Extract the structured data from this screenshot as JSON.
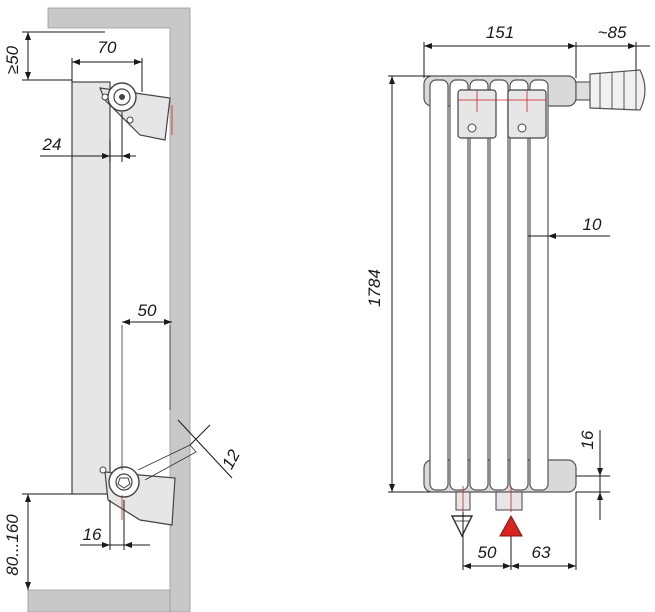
{
  "side_view": {
    "dim_top_gap": "≥50",
    "dim_width": "70",
    "dim_depth": "24",
    "dim_bracket": "50",
    "dim_angle": "12",
    "dim_pipe": "16",
    "dim_floor": "80...160"
  },
  "front_view": {
    "dim_width": "151",
    "dim_valve": "~85",
    "dim_height": "1784",
    "dim_spacing": "10",
    "dim_bottom": "16",
    "dim_port_a": "50",
    "dim_port_b": "63"
  },
  "colors": {
    "wall": "#c8c8c8",
    "line": "#1a1a1a",
    "accent_red": "#cc2222"
  }
}
